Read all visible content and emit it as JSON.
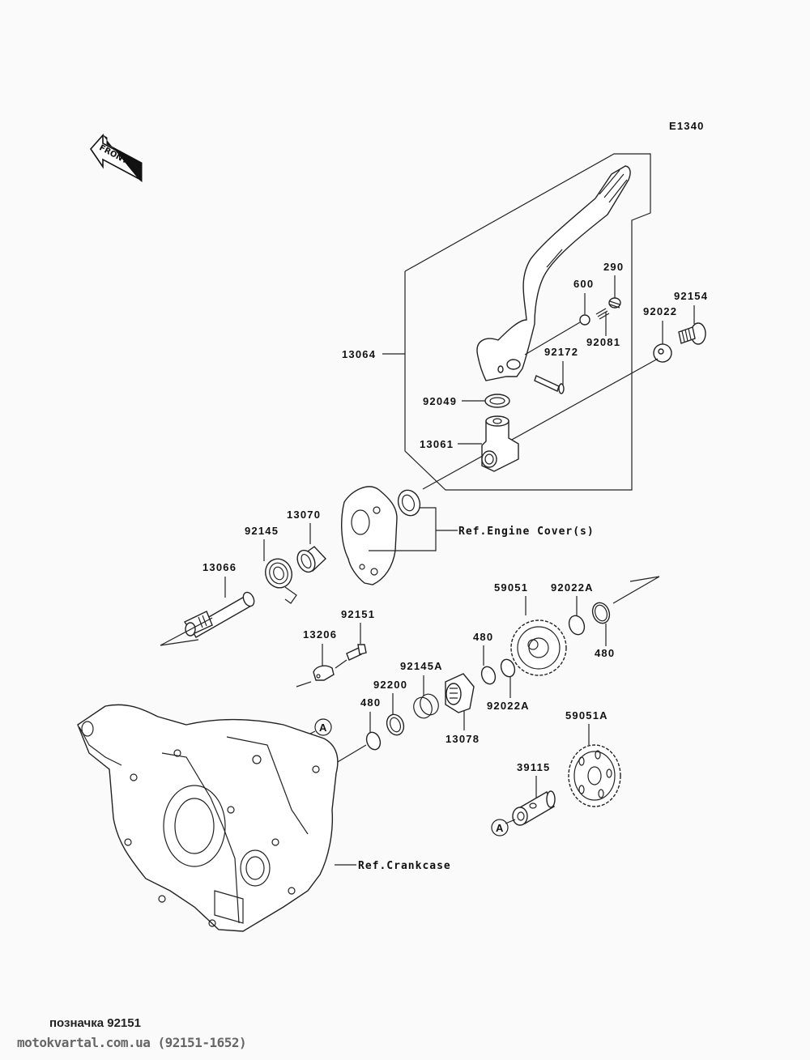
{
  "diagram": {
    "code": "E1340",
    "front_label": "FRONT",
    "parts": [
      {
        "id": "13064"
      },
      {
        "id": "290"
      },
      {
        "id": "600"
      },
      {
        "id": "92081"
      },
      {
        "id": "92172"
      },
      {
        "id": "92154"
      },
      {
        "id": "92022"
      },
      {
        "id": "92049"
      },
      {
        "id": "13061"
      },
      {
        "id": "13070"
      },
      {
        "id": "92145"
      },
      {
        "id": "13066"
      },
      {
        "id": "92151"
      },
      {
        "id": "13206"
      },
      {
        "id": "59051"
      },
      {
        "id": "92022A"
      },
      {
        "id": "480"
      },
      {
        "id": "92145A"
      },
      {
        "id": "92200"
      },
      {
        "id": "13078"
      },
      {
        "id": "92022A"
      },
      {
        "id": "480"
      },
      {
        "id": "59051A"
      },
      {
        "id": "39115"
      },
      {
        "id": "480"
      }
    ],
    "refs": {
      "engine_cover": "Ref.Engine Cover(s)",
      "crankcase": "Ref.Crankcase"
    },
    "marker": "A"
  },
  "footer": {
    "caption": "позначка 92151",
    "source": "motokvartal.com.ua (92151-1652)"
  }
}
